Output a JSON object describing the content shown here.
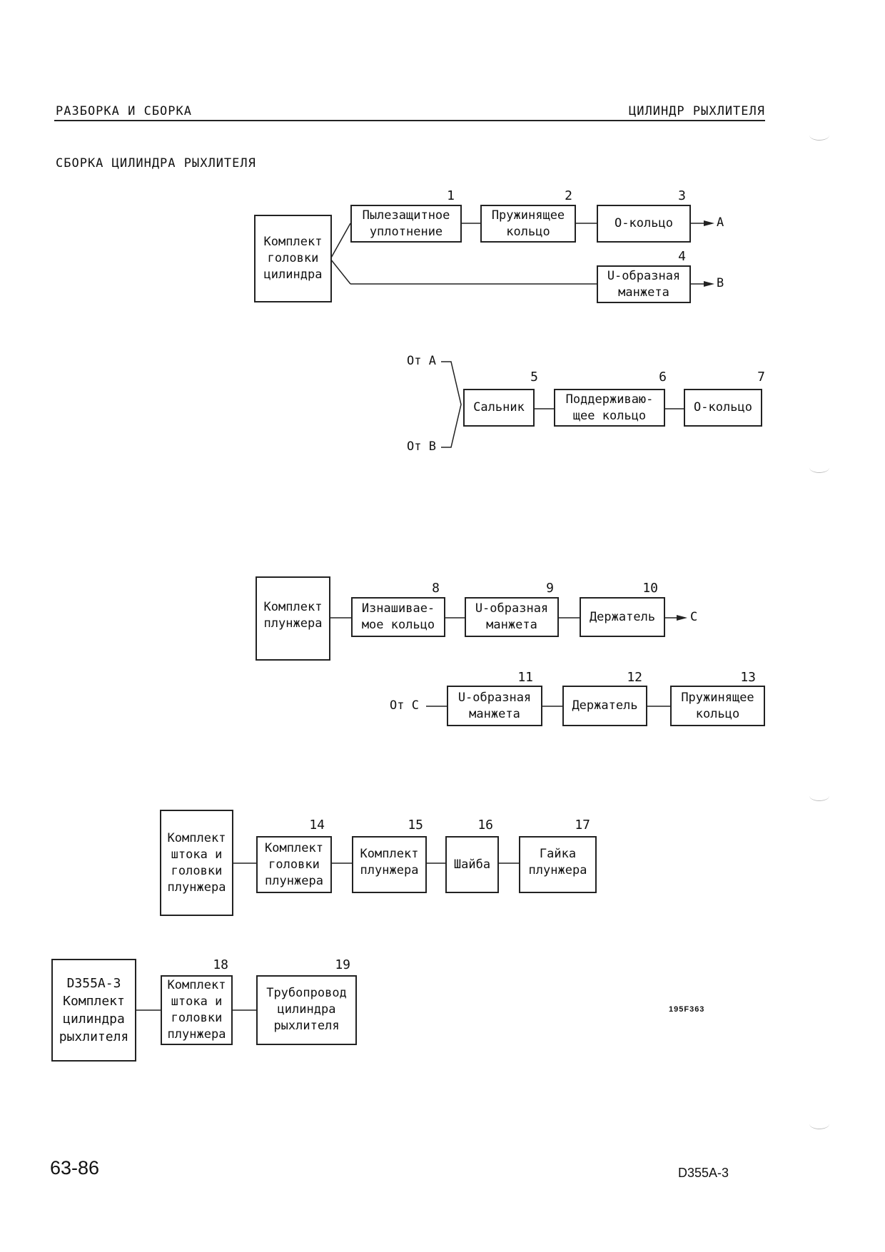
{
  "header": {
    "left": "РАЗБОРКА И СБОРКА",
    "right": "ЦИЛИНДР РЫХЛИТЕЛЯ"
  },
  "section_title": "СБОРКА ЦИЛИНДРА РЫХЛИТЕЛЯ",
  "diagrams": {
    "d1": {
      "root": "Комплект\nголовки\nцилиндра",
      "steps": [
        {
          "num": "1",
          "text": "Пылезащитное\nуплотнение"
        },
        {
          "num": "2",
          "text": "Пружинящее\nкольцо"
        },
        {
          "num": "3",
          "text": "O-кольцо"
        },
        {
          "num": "4",
          "text": "U-образная\nманжета"
        }
      ],
      "out_a": "A",
      "out_b": "B"
    },
    "d2": {
      "from_a": "От A",
      "from_b": "От B",
      "steps": [
        {
          "num": "5",
          "text": "Сальник"
        },
        {
          "num": "6",
          "text": "Поддерживаю-\nщее кольцо"
        },
        {
          "num": "7",
          "text": "O-кольцо"
        }
      ]
    },
    "d3": {
      "root": "Комплект\nплунжера",
      "steps": [
        {
          "num": "8",
          "text": "Изнашивае-\nмое кольцо"
        },
        {
          "num": "9",
          "text": "U-образная\nманжета"
        },
        {
          "num": "10",
          "text": "Держатель"
        }
      ],
      "out_c": "C"
    },
    "d4": {
      "from_c": "От C",
      "steps": [
        {
          "num": "11",
          "text": "U-образная\nманжета"
        },
        {
          "num": "12",
          "text": "Держатель"
        },
        {
          "num": "13",
          "text": "Пружинящее\nкольцо"
        }
      ]
    },
    "d5": {
      "root": "Комплект\nштока и\nголовки\nплунжера",
      "steps": [
        {
          "num": "14",
          "text": "Комплект\nголовки\nплунжера"
        },
        {
          "num": "15",
          "text": "Комплект\nплунжера"
        },
        {
          "num": "16",
          "text": "Шайба"
        },
        {
          "num": "17",
          "text": "Гайка\nплунжера"
        }
      ]
    },
    "d6": {
      "root": "D355A-3\nКомплект\nцилиндра\nрыхлителя",
      "steps": [
        {
          "num": "18",
          "text": "Комплект\nштока и\nголовки\nплунжера"
        },
        {
          "num": "19",
          "text": "Трубопровод\nцилиндра\nрыхлителя"
        }
      ]
    }
  },
  "figure_code": "195F363",
  "footer": {
    "page": "63-86",
    "model": "D355A-3"
  }
}
